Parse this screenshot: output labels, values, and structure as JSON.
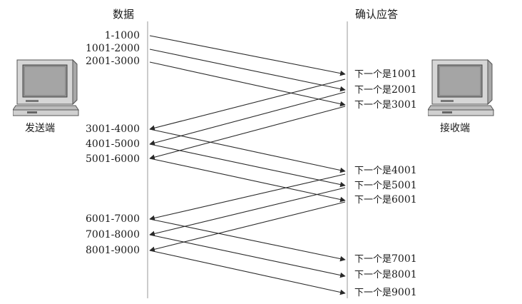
{
  "headers": {
    "sender_column": "数据",
    "receiver_column": "确认应答"
  },
  "hosts": {
    "sender": "发送端",
    "receiver": "接收端"
  },
  "data_segments": [
    "1-1000",
    "1001-2000",
    "2001-3000",
    "3001-4000",
    "4001-5000",
    "5001-6000",
    "6001-7000",
    "7001-8000",
    "8001-9000"
  ],
  "acks": [
    {
      "prefix": "下一个是",
      "number": "1001"
    },
    {
      "prefix": "下一个是",
      "number": "2001"
    },
    {
      "prefix": "下一个是",
      "number": "3001"
    },
    {
      "prefix": "下一个是",
      "number": "4001"
    },
    {
      "prefix": "下一个是",
      "number": "5001"
    },
    {
      "prefix": "下一个是",
      "number": "6001"
    },
    {
      "prefix": "下一个是",
      "number": "7001"
    },
    {
      "prefix": "下一个是",
      "number": "8001"
    },
    {
      "prefix": "下一个是",
      "number": "9001"
    }
  ],
  "colors": {
    "line": "#2a2a2a",
    "timeline": "#9a9a9a",
    "monitor_frame": "#cfcfcf",
    "monitor_screen": "#8d8d8d"
  }
}
